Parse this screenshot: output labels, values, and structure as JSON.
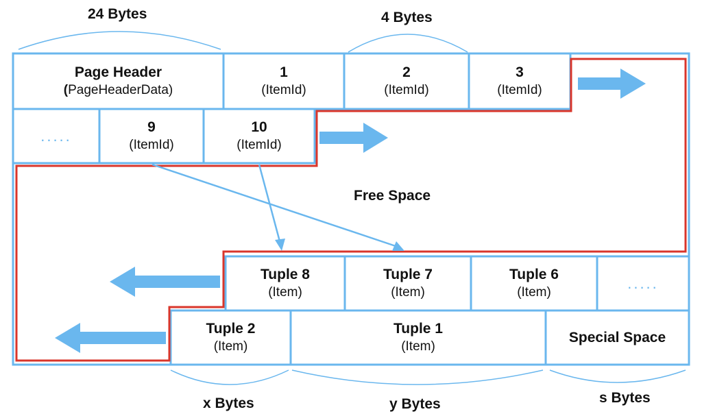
{
  "header": {
    "title": "Page Header",
    "subtitle_paren_open": "(",
    "subtitle": "PageHeaderData)"
  },
  "item_ids": [
    {
      "num": "1",
      "label": "(ItemId)"
    },
    {
      "num": "2",
      "label": "(ItemId)"
    },
    {
      "num": "3",
      "label": "(ItemId)"
    },
    {
      "num": "9",
      "label": "(ItemId)"
    },
    {
      "num": "10",
      "label": "(ItemId)"
    }
  ],
  "ellipsis": ".....",
  "free_space": "Free Space",
  "tuples": [
    {
      "name": "Tuple 8",
      "label": "(Item)"
    },
    {
      "name": "Tuple 7",
      "label": "(Item)"
    },
    {
      "name": "Tuple 6",
      "label": "(Item)"
    },
    {
      "name": "Tuple 2",
      "label": "(Item)"
    },
    {
      "name": "Tuple 1",
      "label": "(Item)"
    }
  ],
  "special_space": "Special Space",
  "sizes": {
    "header": "24 Bytes",
    "item_id": "4 Bytes",
    "x": "x Bytes",
    "y": "y Bytes",
    "s": "s Bytes"
  },
  "colors": {
    "cell_border": "#6ab7ee",
    "free_space_outline": "#d9362b",
    "arrow": "#6ab7ee",
    "brace": "#6ab7ee"
  }
}
